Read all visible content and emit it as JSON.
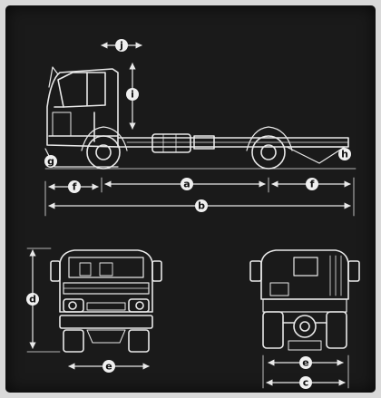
{
  "dimension_labels": {
    "a": "a",
    "b": "b",
    "c": "c",
    "d": "d",
    "e_front": "e",
    "e_rear": "e",
    "f_front": "f",
    "f_rear": "f",
    "g": "g",
    "h": "h",
    "i": "i",
    "j": "j"
  },
  "colors": {
    "background": "#1a1a1a",
    "line": "#e8e8e8"
  }
}
